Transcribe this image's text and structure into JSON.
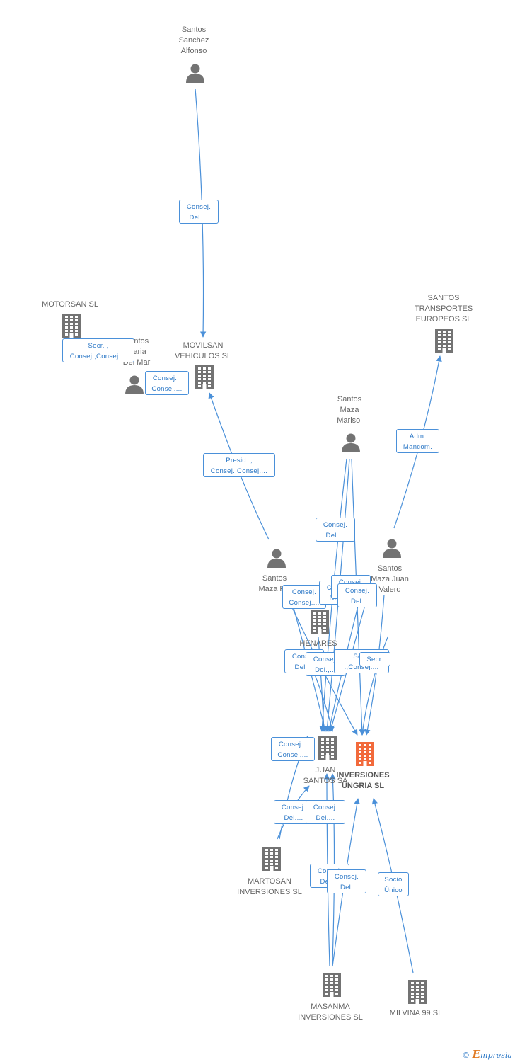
{
  "colors": {
    "edge": "#4a90d9",
    "node": "#737373",
    "focus": "#f26a3c"
  },
  "nodes": [
    {
      "id": "santos-sanchez",
      "type": "person",
      "label": "Santos\nSanchez\nAlfonso"
    },
    {
      "id": "motorsan",
      "type": "company",
      "label": "MOTORSAN SL"
    },
    {
      "id": "santos-maria",
      "type": "person",
      "label": "Santos\nMaria\nDel Mar"
    },
    {
      "id": "movilsan",
      "type": "company",
      "label": "MOVILSAN\nVEHICULOS SL"
    },
    {
      "id": "santos-transportes",
      "type": "company",
      "label": "SANTOS\nTRANSPORTES\nEUROPEOS  SL"
    },
    {
      "id": "santos-marisol",
      "type": "person",
      "label": "Santos\nMaza\nMarisol"
    },
    {
      "id": "santos-maza-p",
      "type": "person",
      "label": "Santos\nMaza P..."
    },
    {
      "id": "santos-juan-valero",
      "type": "person",
      "label": "Santos\nMaza Juan\nValero"
    },
    {
      "id": "henares",
      "type": "company",
      "label": "HENARES"
    },
    {
      "id": "juan-santos",
      "type": "company",
      "label": "JUAN\nSANTOS SA"
    },
    {
      "id": "inversiones-ungria",
      "type": "focus",
      "label": "INVERSIONES\nUNGRIA SL"
    },
    {
      "id": "martosan",
      "type": "company",
      "label": "MARTOSAN\nINVERSIONES SL"
    },
    {
      "id": "masanma",
      "type": "company",
      "label": "MASANMA\nINVERSIONES SL"
    },
    {
      "id": "milvina",
      "type": "company",
      "label": "MILVINA 99 SL"
    }
  ],
  "edge_labels": [
    "Consej.\nDel....",
    "Secr. ,\nConsej.,Consej....",
    "Consej. ,\nConsej....",
    "Presid. ,\nConsej.,Consej....",
    "Adm.\nMancom.",
    "Consej.\nDel....",
    "Consej.\nConsej....",
    "Consej.\nDel....",
    "Consej.\nDel....",
    "Consej.\nDel.",
    "Consej.\nDel....",
    "Consej.\nDel.,...",
    "Secr.\n.,Consej....",
    "Secr.",
    "Consej. ,\nConsej....",
    "Consej.\nDel....",
    "Consej.\nDel....",
    "Consej.\nDel....",
    "Consej.\nDel.",
    "Socio\nÚnico"
  ],
  "footer": {
    "copyright": "©",
    "brand_initial": "E",
    "brand_rest": "mpresia"
  }
}
